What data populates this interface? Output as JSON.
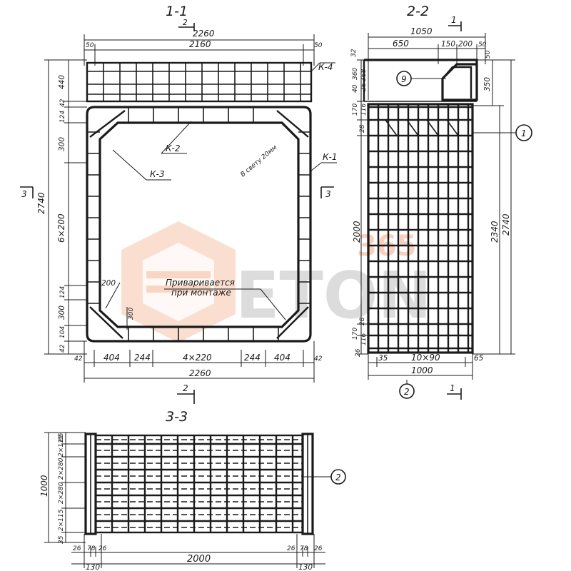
{
  "views": {
    "v11": {
      "title": "1-1",
      "dims_top": [
        "2260",
        "2160",
        "50",
        "50"
      ],
      "dims_left": [
        "440",
        "42",
        "124",
        "300",
        "6×200",
        "124",
        "300",
        "104",
        "42"
      ],
      "dim_left_total": "2740",
      "dims_bottom_row1": [
        "42",
        "404",
        "244",
        "4×220",
        "244",
        "404",
        "42"
      ],
      "dim_bottom_total": "2260",
      "labels": [
        "К-4",
        "К-2",
        "К-3",
        "К-1"
      ],
      "note_clear": "В свету 20мм",
      "note_weld_line1": "Приваривается",
      "note_weld_line2": "при монтаже",
      "dim_200": "200",
      "dim_300": "300",
      "cut2_label": "2",
      "cut3_label": "3"
    },
    "v22": {
      "title": "2-2",
      "dims_top": [
        "1050",
        "650",
        "150",
        "200",
        "50",
        "32"
      ],
      "dims_left": [
        "360",
        "368",
        "26",
        "40",
        "170",
        "116",
        "28",
        "2000",
        "28",
        "170",
        "116",
        "26"
      ],
      "dims_right": [
        "50",
        "350",
        "2340",
        "2740"
      ],
      "dims_bottom": [
        "35",
        "10×90",
        "65",
        "1000"
      ],
      "callout_9": "9",
      "callout_1": "1",
      "callout_2": "2",
      "cut1_label": "1"
    },
    "v33": {
      "title": "3-3",
      "dims_left": [
        "65",
        "2×115",
        "2×280",
        "2×280",
        "2×115",
        "35"
      ],
      "dim_left_total": "1000",
      "dims_bottom": [
        "26",
        "78",
        "26",
        "26",
        "78",
        "26",
        "130",
        "2000",
        "130"
      ],
      "callout_2": "2"
    }
  },
  "watermark": {
    "text": "ETON",
    "number": "365"
  }
}
